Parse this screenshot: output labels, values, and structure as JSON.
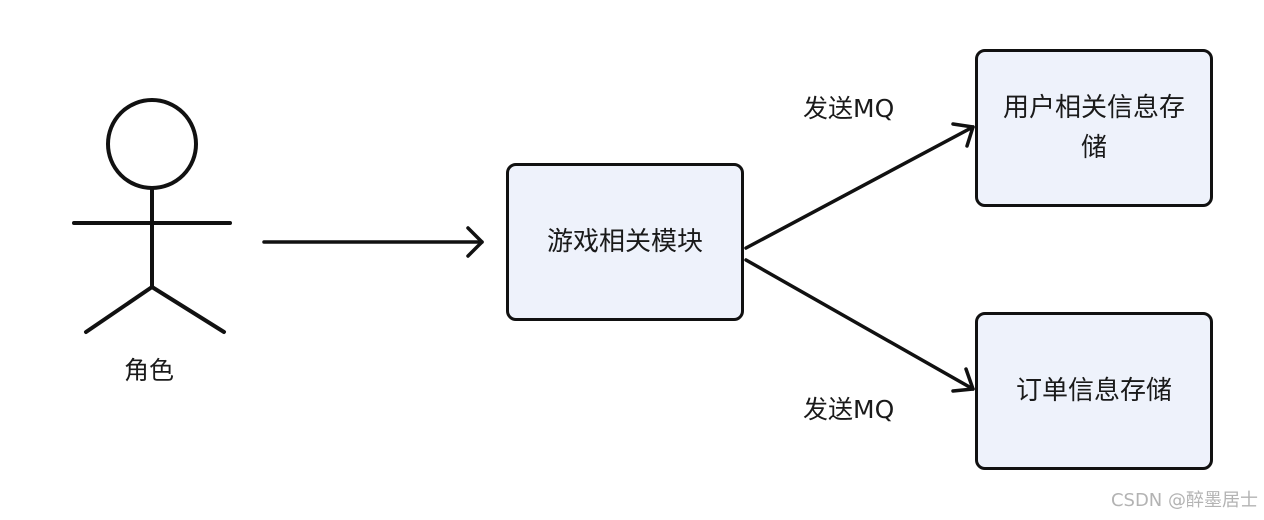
{
  "colors": {
    "node_fill": "#eef2fb",
    "stroke": "#111111",
    "watermark": "#b3b3b3"
  },
  "actor": {
    "icon": "stick-figure-icon",
    "label": "角色"
  },
  "nodes": {
    "game": {
      "label": "游戏相关模块"
    },
    "user_storage": {
      "label": "用户相关信息存储"
    },
    "order_storage": {
      "label": "订单信息存储"
    }
  },
  "edges": {
    "to_user": {
      "label": "发送MQ"
    },
    "to_order": {
      "label": "发送MQ"
    }
  },
  "watermark": "CSDN @醉墨居士"
}
